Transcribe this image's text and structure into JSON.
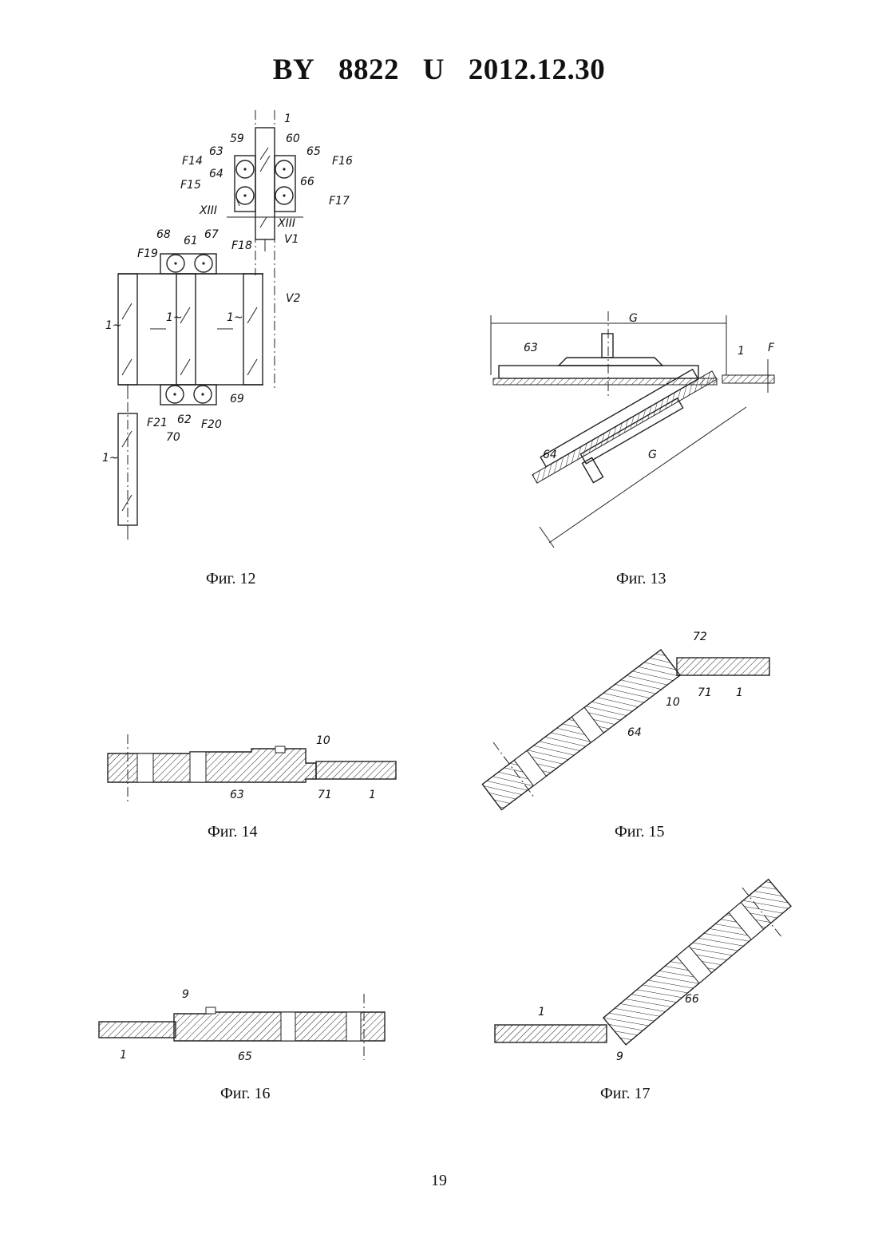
{
  "header": {
    "country": "BY",
    "number": "8822",
    "kind": "U",
    "date": "2012.12.30"
  },
  "figures": [
    {
      "caption": "Фиг. 12"
    },
    {
      "caption": "Фиг. 13"
    },
    {
      "caption": "Фиг. 14"
    },
    {
      "caption": "Фиг. 15"
    },
    {
      "caption": "Фиг. 16"
    },
    {
      "caption": "Фиг. 17"
    }
  ],
  "labels": {
    "fig12": [
      "1",
      "59",
      "60",
      "63",
      "65",
      "F14",
      "F16",
      "64",
      "66",
      "F15",
      "F17",
      "XIII",
      "XIII",
      "V1",
      "68",
      "61",
      "67",
      "F19",
      "F18",
      "1~",
      "1~",
      "1~",
      "V2",
      "69",
      "F21",
      "62",
      "F20",
      "70",
      "1~"
    ],
    "fig13": [
      "G",
      "63",
      "1",
      "F",
      "64",
      "G"
    ],
    "fig14": [
      "10",
      "63",
      "71",
      "1"
    ],
    "fig15": [
      "72",
      "10",
      "71",
      "1",
      "64"
    ],
    "fig16": [
      "9",
      "1",
      "65"
    ],
    "fig17": [
      "1",
      "66",
      "9"
    ]
  },
  "page_number": "19"
}
